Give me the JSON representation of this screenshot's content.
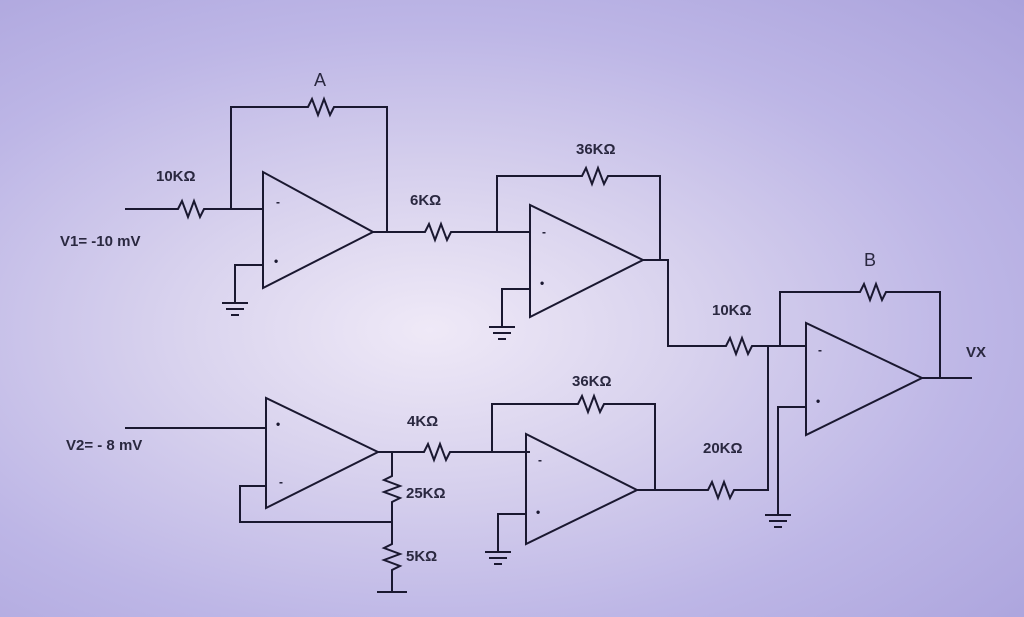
{
  "labels": {
    "v1": "V1= -10 mV",
    "v2": "V2= - 8 mV",
    "vx": "VX",
    "a": "A",
    "b": "B"
  },
  "resistors": {
    "r_10k_in": "10KΩ",
    "r_6k": "6KΩ",
    "r_36k_top": "36KΩ",
    "r_10k_sum": "10KΩ",
    "r_4k": "4KΩ",
    "r_36k_bottom": "36KΩ",
    "r_20k": "20KΩ",
    "r_25k": "25KΩ",
    "r_5k": "5KΩ"
  },
  "opamp_pins": {
    "minus": "-",
    "plus": "•"
  }
}
